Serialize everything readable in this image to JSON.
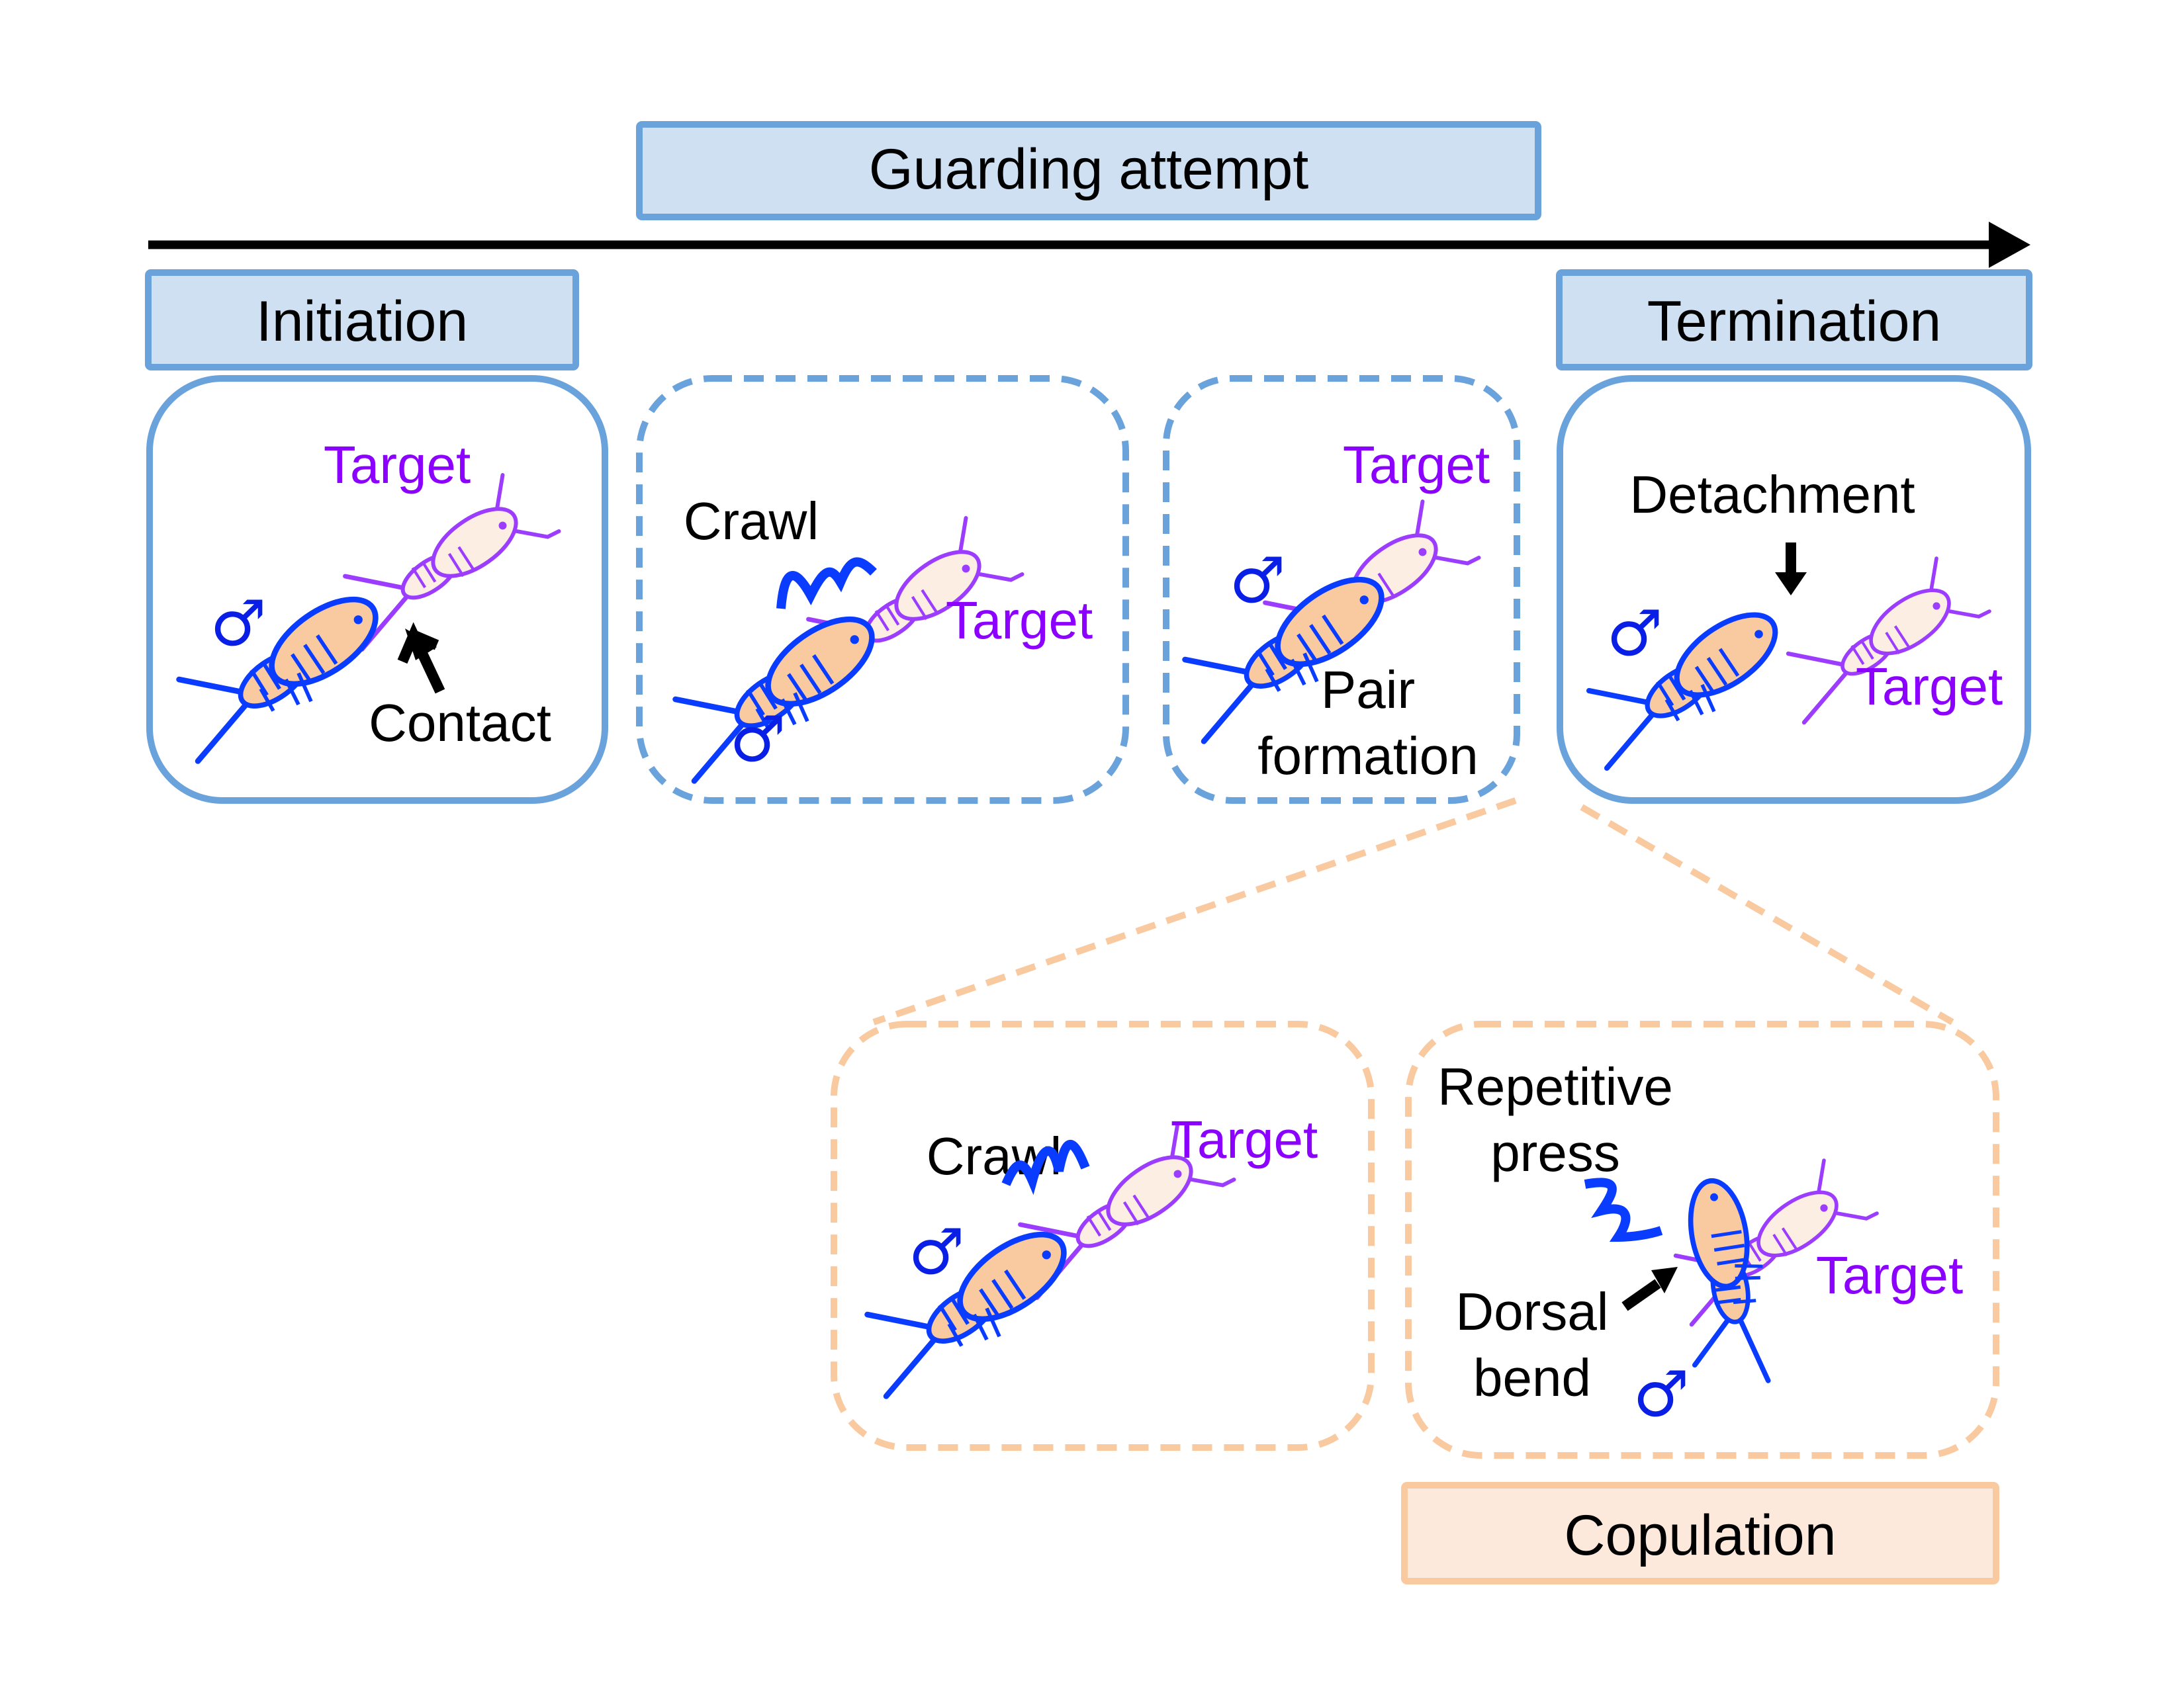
{
  "colors": {
    "blue_border": "#6aa2dc",
    "blue_fill": "#cfe0f3",
    "orange_border": "#f9c9a0",
    "orange_fill": "#fde9dc",
    "male_blue": "#0a3cff",
    "target_purple": "#8B00FF",
    "target_body": "#9b3cff",
    "male_body_fill": "#f9c9a0",
    "target_body_fill": "#fdeee3"
  },
  "header": {
    "guarding_label": "Guarding attempt",
    "initiation_label": "Initiation",
    "termination_label": "Termination",
    "copulation_label": "Copulation"
  },
  "panels": [
    {
      "id": "contact",
      "style": "solid",
      "labels": {
        "target": "Target",
        "male": "♂",
        "action": "Contact"
      }
    },
    {
      "id": "crawl",
      "style": "dashed",
      "labels": {
        "target": "Target",
        "male": "♂",
        "action": "Crawl"
      }
    },
    {
      "id": "pair",
      "style": "dashed",
      "labels": {
        "target": "Target",
        "male": "♂",
        "action_line1": "Pair",
        "action_line2": "formation"
      }
    },
    {
      "id": "detach",
      "style": "solid",
      "labels": {
        "target": "Target",
        "male": "♂",
        "action": "Detachment"
      }
    },
    {
      "id": "crawl2",
      "style": "dashed-orange",
      "labels": {
        "target": "Target",
        "male": "♂",
        "action": "Crawl"
      }
    },
    {
      "id": "press",
      "style": "dashed-orange",
      "labels": {
        "target": "Target",
        "male": "♂",
        "action1_line1": "Repetitive",
        "action1_line2": "press",
        "action2_line1": "Dorsal",
        "action2_line2": "bend"
      }
    }
  ]
}
